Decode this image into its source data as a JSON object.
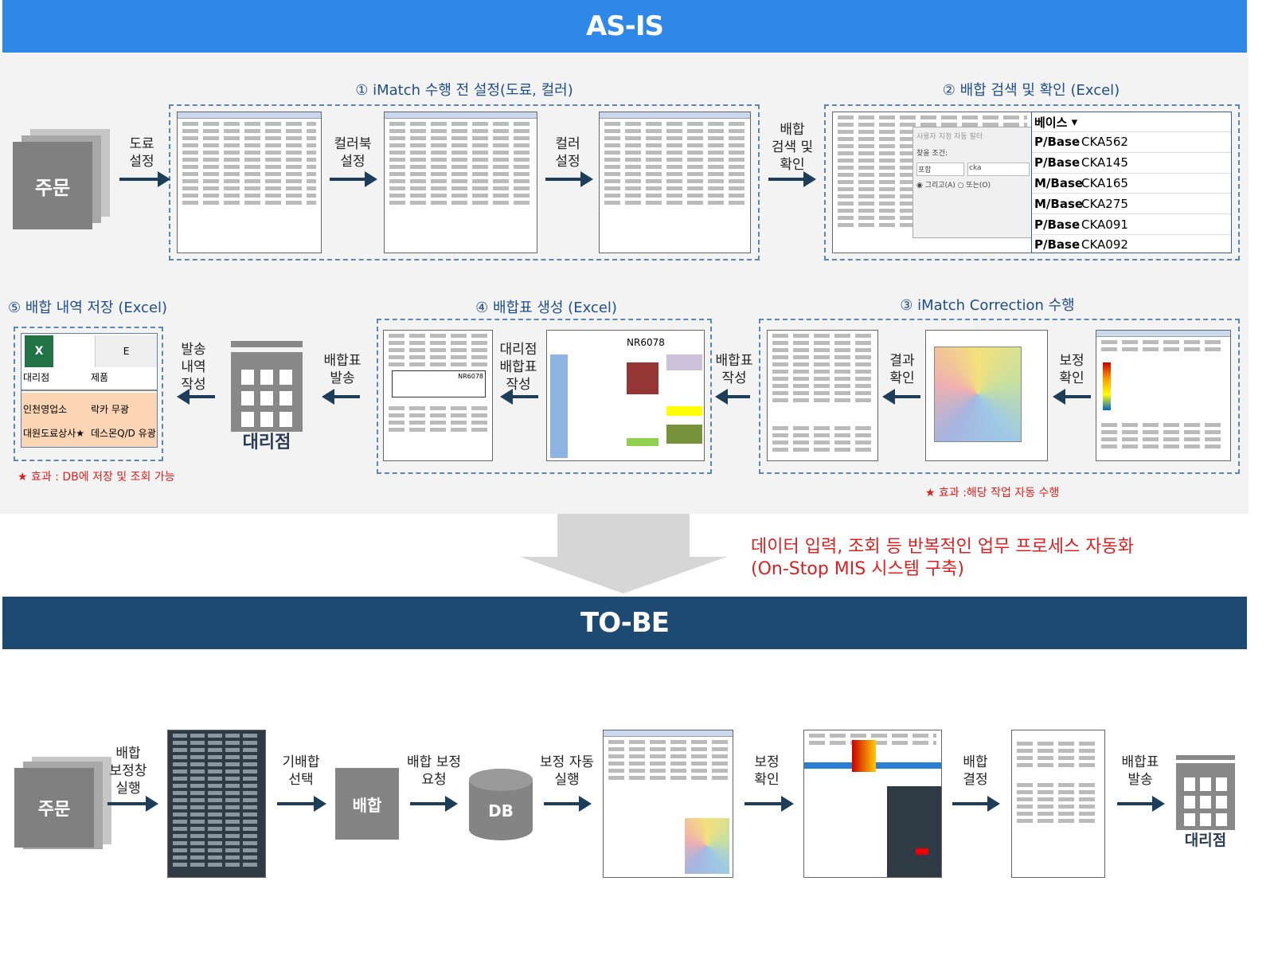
{
  "asis": {
    "title": "AS-IS",
    "step1_title": "① iMatch 수행 전 설정(도료, 컬러)",
    "step2_title": "② 배합 검색 및 확인 (Excel)",
    "step3_title": "③ iMatch Correction 수행",
    "step4_title": "④ 배합표 생성 (Excel)",
    "step5_title": "⑤ 배합 내역 저장 (Excel)",
    "order": "주문",
    "labels": {
      "paint": [
        "도료",
        "설정"
      ],
      "colorbook": [
        "컬러북",
        "설정"
      ],
      "color": [
        "컬러",
        "설정"
      ],
      "search": [
        "배합",
        "검색 및",
        "확인"
      ],
      "make_sheet": [
        "배합표",
        "작성"
      ],
      "correction_check": [
        "보정",
        "확인"
      ],
      "result_check": [
        "결과",
        "확인"
      ],
      "agency_sheet": [
        "대리점",
        "배합표",
        "작성"
      ],
      "send_sheet": [
        "배합표",
        "발송"
      ],
      "send_record": [
        "발송",
        "내역",
        "작성"
      ]
    },
    "agency": "대리점",
    "excel_search": {
      "base_header": "베이스",
      "rows": [
        [
          "P/Base",
          "CKA562"
        ],
        [
          "P/Base",
          "CKA145"
        ],
        [
          "M/Base",
          "CKA165"
        ],
        [
          "M/Base",
          "CKA275"
        ],
        [
          "P/Base",
          "CKA091"
        ],
        [
          "P/Base",
          "CKA092"
        ]
      ],
      "filter_title": "사용자 지정 자동 필터",
      "filter_cond": "찾을 조건:",
      "filter_op": "포함",
      "filter_value": "cka",
      "and": "그리고(A)",
      "or": "또는(O)"
    },
    "excel_save": {
      "col": "E",
      "headers": [
        "대리점",
        "제품"
      ],
      "rows": [
        [
          "인천영업소",
          "락카 무광"
        ],
        [
          "대원도료상사★",
          "데스몬Q/D 유광"
        ]
      ]
    },
    "sheet_code": "NR6078",
    "effect1": "★ 효과 : DB에 저장 및 조회 가능",
    "effect2": "★ 효과 :해당 작업 자동 수행"
  },
  "transition": {
    "line1": "데이터 입력, 조회 등 반복적인 업무 프로세스 자동화",
    "line2": "(On-Stop MIS 시스템 구축)"
  },
  "tobe": {
    "title": "TO-BE",
    "order": "주문",
    "mix": "배합",
    "db": "DB",
    "agency": "대리점",
    "labels": {
      "open": [
        "배합",
        "보정창",
        "실행"
      ],
      "select": [
        "기배합",
        "선택"
      ],
      "request": [
        "배합 보정",
        "요청"
      ],
      "auto": [
        "보정 자동",
        "실행"
      ],
      "check": [
        "보정",
        "확인"
      ],
      "decide": [
        "배합",
        "결정"
      ],
      "send": [
        "배합표",
        "발송"
      ]
    }
  },
  "colors": {
    "asis": "#2f87e8",
    "tobe": "#1d4a72",
    "accent_red": "#e02020"
  }
}
